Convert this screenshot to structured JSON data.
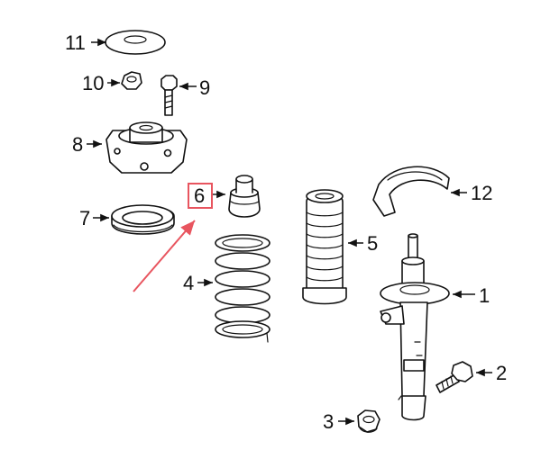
{
  "diagram": {
    "callouts": [
      {
        "number": "1"
      },
      {
        "number": "2"
      },
      {
        "number": "3"
      },
      {
        "number": "4"
      },
      {
        "number": "5"
      },
      {
        "number": "6",
        "highlighted": true
      },
      {
        "number": "7"
      },
      {
        "number": "8"
      },
      {
        "number": "9"
      },
      {
        "number": "10"
      },
      {
        "number": "11"
      },
      {
        "number": "12"
      }
    ],
    "highlight_color": "#e8555f",
    "line_color": "#111111"
  }
}
